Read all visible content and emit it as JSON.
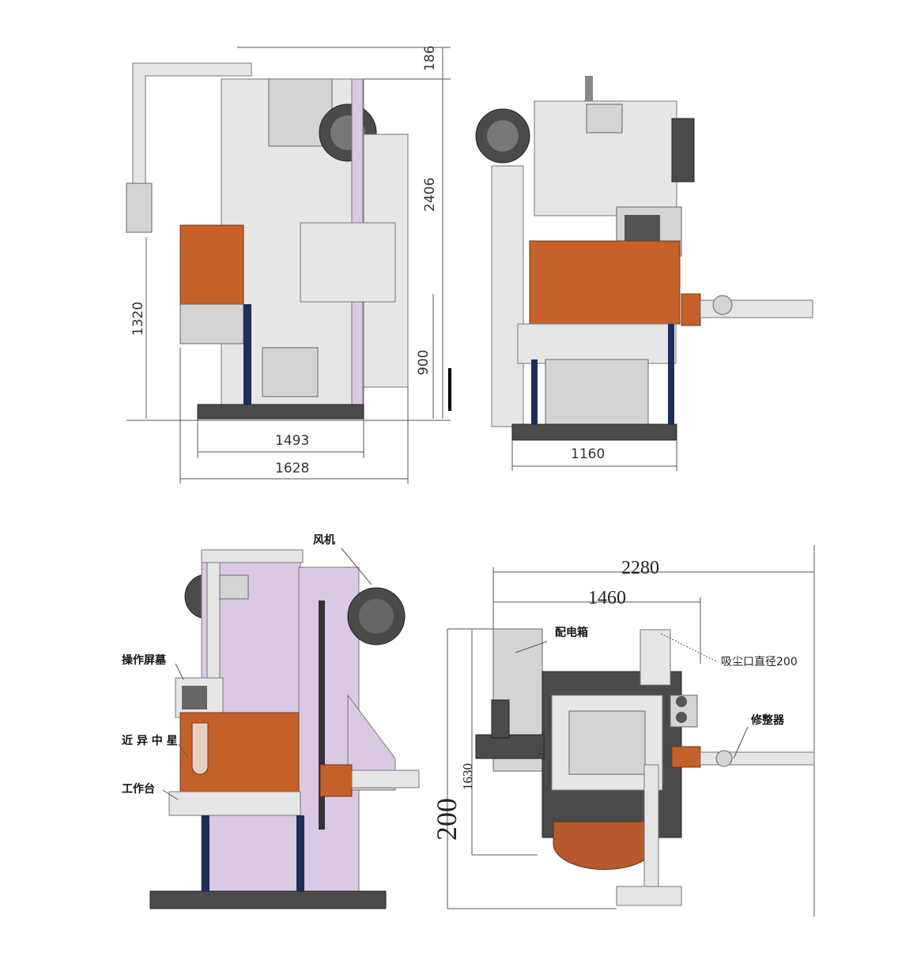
{
  "colors": {
    "orange": "#c4602a",
    "lilac": "#d9c9e3",
    "gray": "#d4d4d4",
    "dark": "#4a4a4a"
  },
  "side_view": {
    "dims": {
      "top": "186",
      "height": "2406",
      "work_height": "1320",
      "lower": "900",
      "base_width": "1493",
      "total_width": "1628"
    }
  },
  "front_view": {
    "dims": {
      "width": "1160"
    }
  },
  "iso_view": {
    "labels": {
      "fan": "风机",
      "screen": "操作屏墓",
      "guard": "近 异 中 星",
      "table": "工作台"
    }
  },
  "top_view": {
    "dims": {
      "total_width": "2280",
      "body_width": "1460",
      "depth": "1630",
      "extra": "200"
    },
    "labels": {
      "cabinet": "配电箱",
      "dust_port": "吸尘口直径200",
      "dresser": "修整器"
    }
  }
}
